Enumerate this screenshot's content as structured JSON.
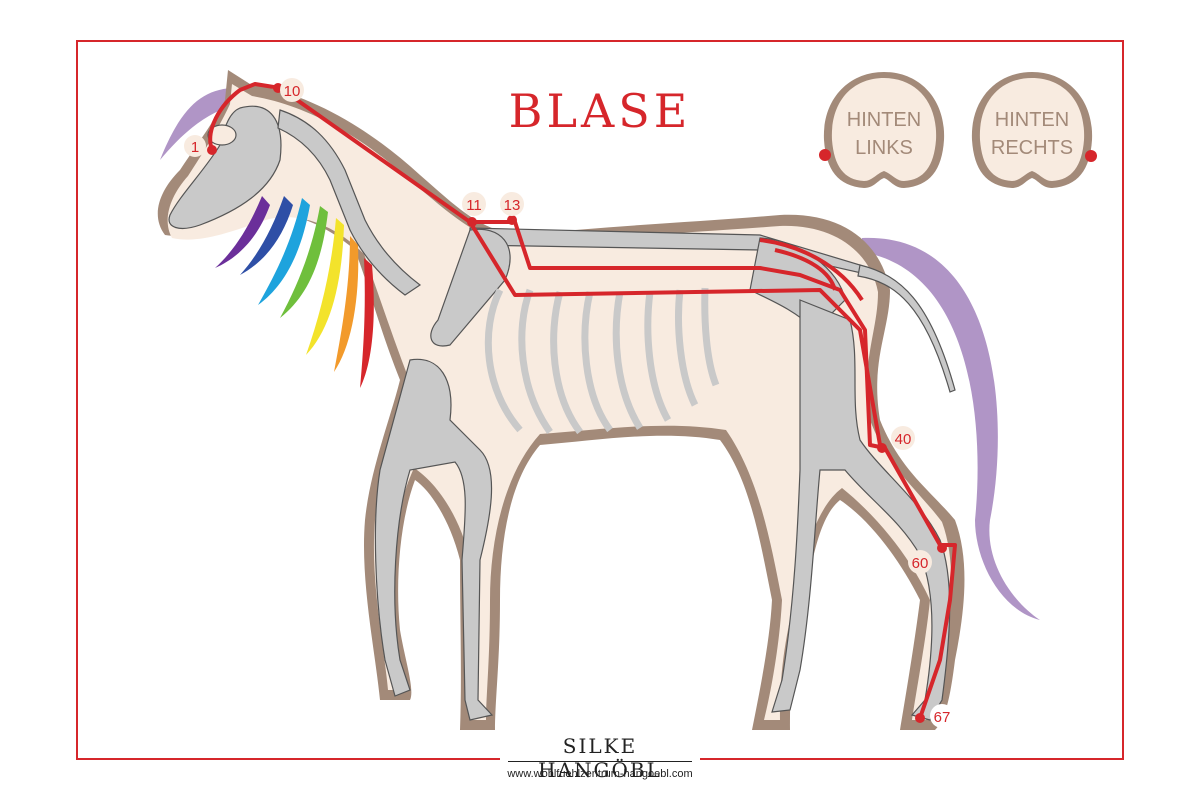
{
  "title": "BLASE",
  "hooves": {
    "left": "HINTEN\nLINKS",
    "right": "HINTEN\nRECHTS"
  },
  "points": [
    {
      "id": "p1",
      "label": "1"
    },
    {
      "id": "p10",
      "label": "10"
    },
    {
      "id": "p11",
      "label": "11"
    },
    {
      "id": "p13",
      "label": "13"
    },
    {
      "id": "p40",
      "label": "40"
    },
    {
      "id": "p60",
      "label": "60"
    },
    {
      "id": "p67",
      "label": "67"
    }
  ],
  "footer": {
    "name": "SILKE HANGÖBL",
    "url": "www.wohlfuehlzentrum-hangoebl.com"
  },
  "colors": {
    "accent": "#d6262b",
    "body_fill": "#f8ebe0",
    "body_outline": "#a38a79",
    "bone": "#c9c9c9",
    "mane": [
      "#b095c6",
      "#6b2f9a",
      "#2e4fa6",
      "#1ea3dd",
      "#6fbf3c",
      "#f3e32b",
      "#f29a2b",
      "#d6262b"
    ]
  }
}
